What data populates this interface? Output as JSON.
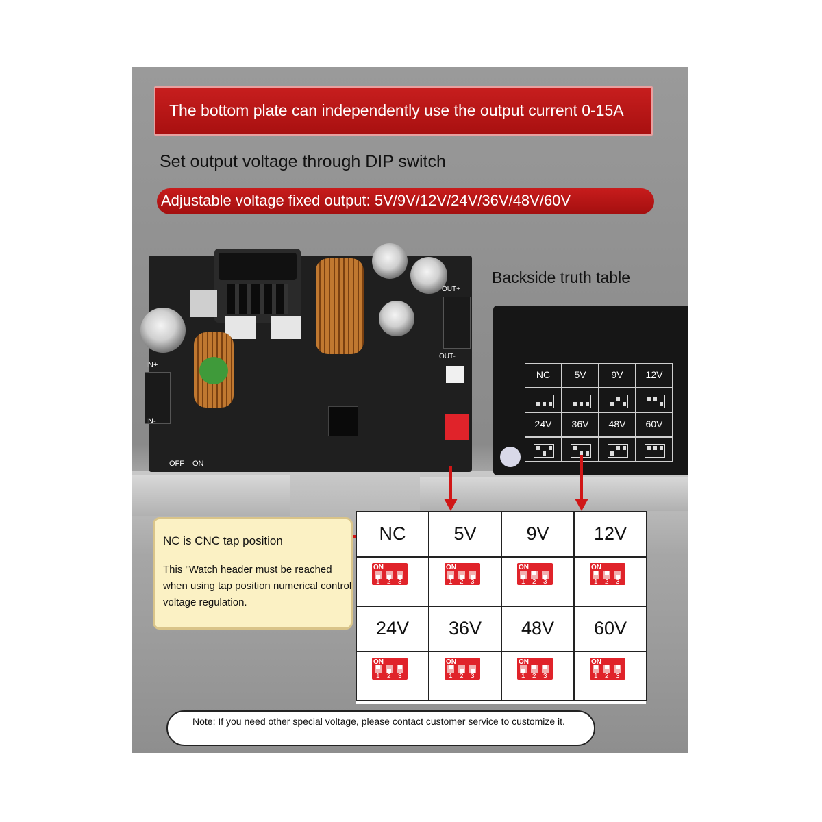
{
  "banner_top": "The bottom plate can independently use the output current 0-15A",
  "subtitle": "Set output voltage through DIP switch",
  "banner_voltage": "Adjustable voltage fixed output: 5V/9V/12V/24V/36V/48V/60V",
  "backside_label": "Backside truth table",
  "note": {
    "title": "NC is CNC tap position",
    "body": "This \"Watch header must be reached when using tap position numerical control voltage regulation."
  },
  "truth_table": {
    "cells": [
      {
        "label": "NC",
        "switches": [
          false,
          false,
          false
        ]
      },
      {
        "label": "5V",
        "switches": [
          false,
          false,
          false
        ]
      },
      {
        "label": "9V",
        "switches": [
          false,
          true,
          false
        ]
      },
      {
        "label": "12V",
        "switches": [
          true,
          true,
          false
        ]
      },
      {
        "label": "24V",
        "switches": [
          true,
          false,
          true
        ]
      },
      {
        "label": "36V",
        "switches": [
          true,
          false,
          false
        ]
      },
      {
        "label": "48V",
        "switches": [
          false,
          true,
          true
        ]
      },
      {
        "label": "60V",
        "switches": [
          true,
          true,
          true
        ]
      }
    ],
    "on_label": "ON",
    "switch_numbers": [
      "1",
      "2",
      "3"
    ]
  },
  "pcb_labels": {
    "in_plus": "IN+",
    "in_minus": "IN-",
    "out_plus": "OUT+",
    "out_minus": "OUT-",
    "off": "OFF",
    "on": "ON"
  },
  "footer_note": "Note: If you need other special voltage, please contact customer service to customize it.",
  "colors": {
    "banner_red": "#b81414",
    "note_bg": "#fbf1c4",
    "dip_red": "#e0232a"
  }
}
